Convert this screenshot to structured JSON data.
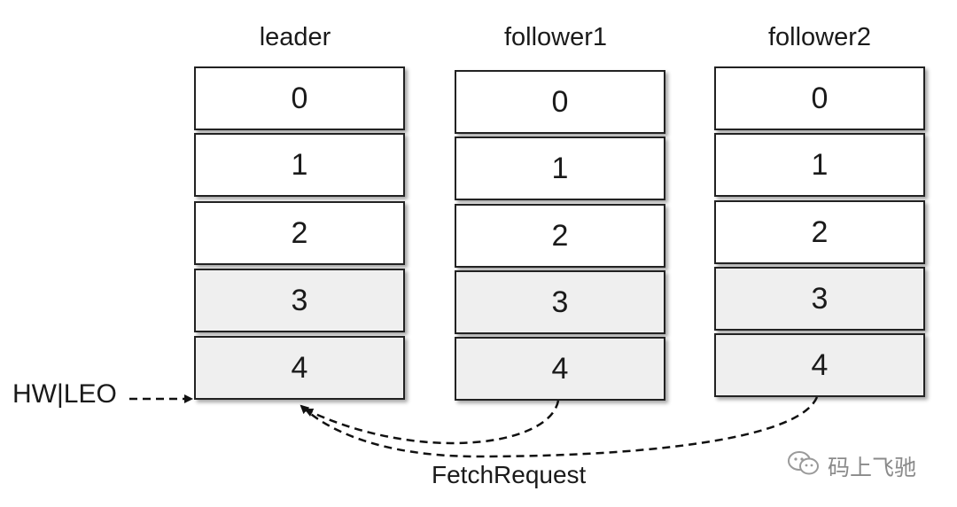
{
  "columns": [
    {
      "title": "leader",
      "cells": [
        "0",
        "1",
        "2",
        "3",
        "4"
      ]
    },
    {
      "title": "follower1",
      "cells": [
        "0",
        "1",
        "2",
        "3",
        "4"
      ]
    },
    {
      "title": "follower2",
      "cells": [
        "0",
        "1",
        "2",
        "3",
        "4"
      ]
    }
  ],
  "marker_label": "HW|LEO",
  "arrow_label": "FetchRequest",
  "watermark": "码上飞驰",
  "colors": {
    "border": "#222222",
    "plain_fill": "#ffffff",
    "committed_fill": "#efefef"
  }
}
